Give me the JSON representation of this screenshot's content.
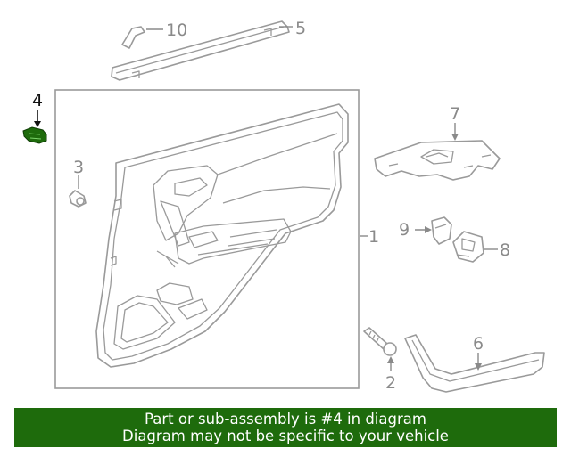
{
  "diagram": {
    "highlight_color": "#1e6b0c",
    "line_color": "#9a9a9a",
    "callouts": [
      "1",
      "2",
      "3",
      "4",
      "5",
      "6",
      "7",
      "8",
      "9",
      "10"
    ],
    "highlighted_callout": "4"
  },
  "banner": {
    "line1": "Part or sub-assembly is #4 in diagram",
    "line2": "Diagram may not be specific to your vehicle",
    "background": "#1e6b0c"
  }
}
